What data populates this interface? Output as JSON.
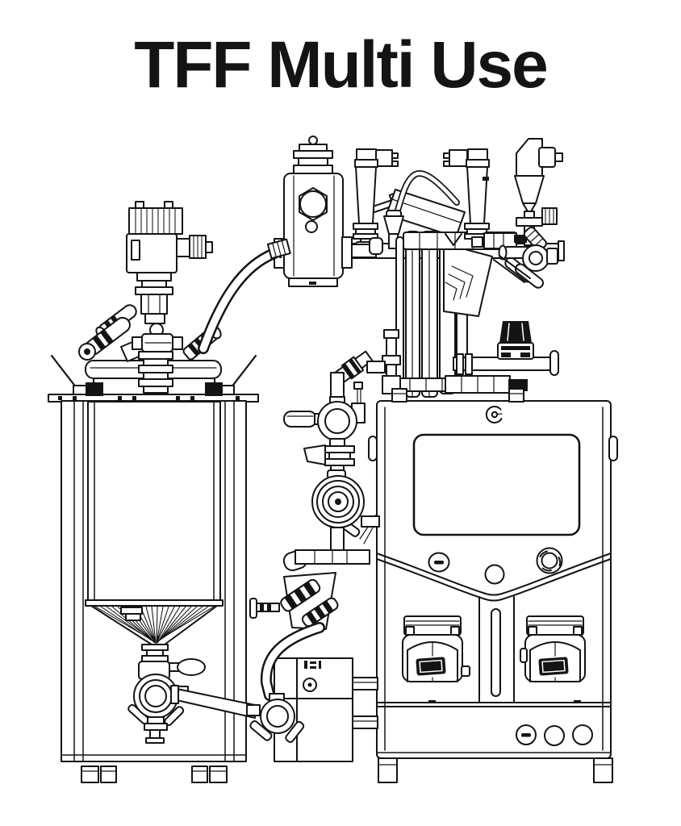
{
  "title": "TFF Multi Use",
  "colors": {
    "ink": "#141414",
    "background": "#ffffff"
  },
  "components": [
    "feed-tank",
    "tank-handles",
    "tank-level-transmitter",
    "tank-vent-valves",
    "transfer-hose",
    "overhead-valve-block",
    "pressure-sensor-left",
    "pressure-sensor-right",
    "prefilter-funnel",
    "filter-cassette-stack",
    "ball-valve",
    "diaphragm-valve",
    "recirculation-line",
    "sanitary-clamp",
    "valve-manifold",
    "flexible-hose",
    "drain-line",
    "accessory-box",
    "control-cabinet",
    "touchscreen",
    "logo-mark",
    "power-button",
    "status-button",
    "emergency-stop-button",
    "peristaltic-pump-left",
    "peristaltic-pump-right",
    "connector-ports",
    "cabinet-feet"
  ]
}
